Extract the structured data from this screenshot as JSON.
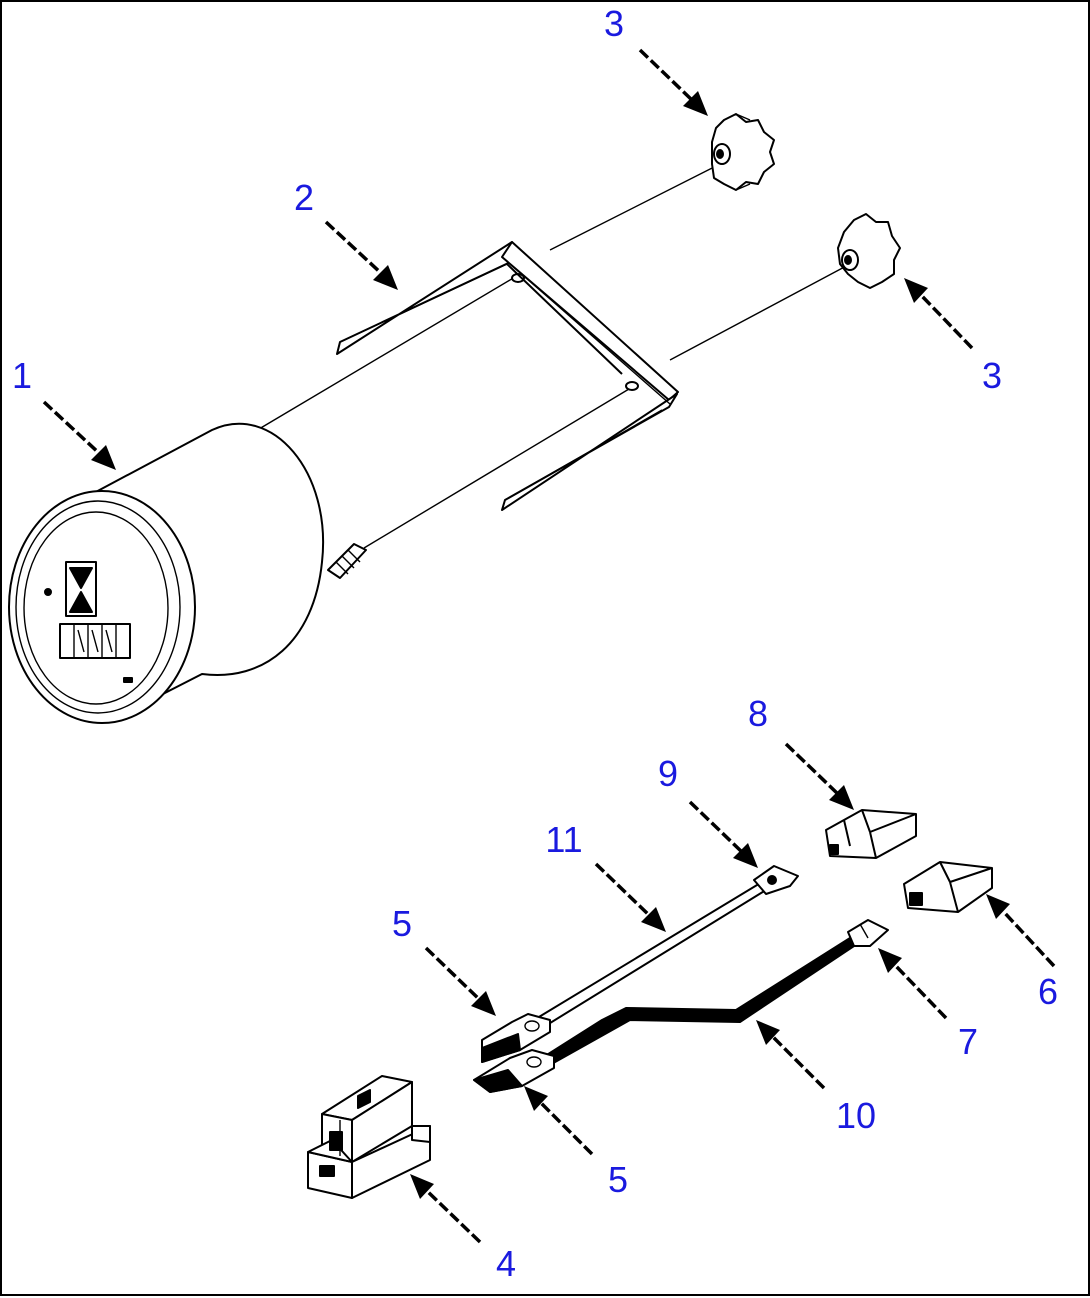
{
  "diagram": {
    "line_color": "#000000",
    "label_color": "#1a1adf",
    "parts": [
      {
        "key": "hour-meter",
        "callout": "1",
        "icon": "hour-meter-gauge-icon"
      },
      {
        "key": "mounting-bracket",
        "callout": "2",
        "icon": "u-bracket-icon"
      },
      {
        "key": "knurled-nut-upper",
        "callout": "3",
        "icon": "knurled-nut-icon"
      },
      {
        "key": "knurled-nut-lower",
        "callout": "3",
        "icon": "knurled-nut-icon"
      },
      {
        "key": "connector-housing",
        "callout": "4",
        "icon": "connector-housing-icon"
      },
      {
        "key": "terminal-upper",
        "callout": "5",
        "icon": "terminal-icon"
      },
      {
        "key": "terminal-lower",
        "callout": "5",
        "icon": "terminal-icon"
      },
      {
        "key": "connector-sleeve",
        "callout": "6",
        "icon": "sleeve-icon"
      },
      {
        "key": "terminal-end",
        "callout": "7",
        "icon": "terminal-icon"
      },
      {
        "key": "connector-plug",
        "callout": "8",
        "icon": "plug-icon"
      },
      {
        "key": "ring-terminal",
        "callout": "9",
        "icon": "ring-terminal-icon"
      },
      {
        "key": "black-wire",
        "callout": "10",
        "icon": "wire-icon"
      },
      {
        "key": "white-wire",
        "callout": "11",
        "icon": "wire-icon"
      }
    ]
  }
}
